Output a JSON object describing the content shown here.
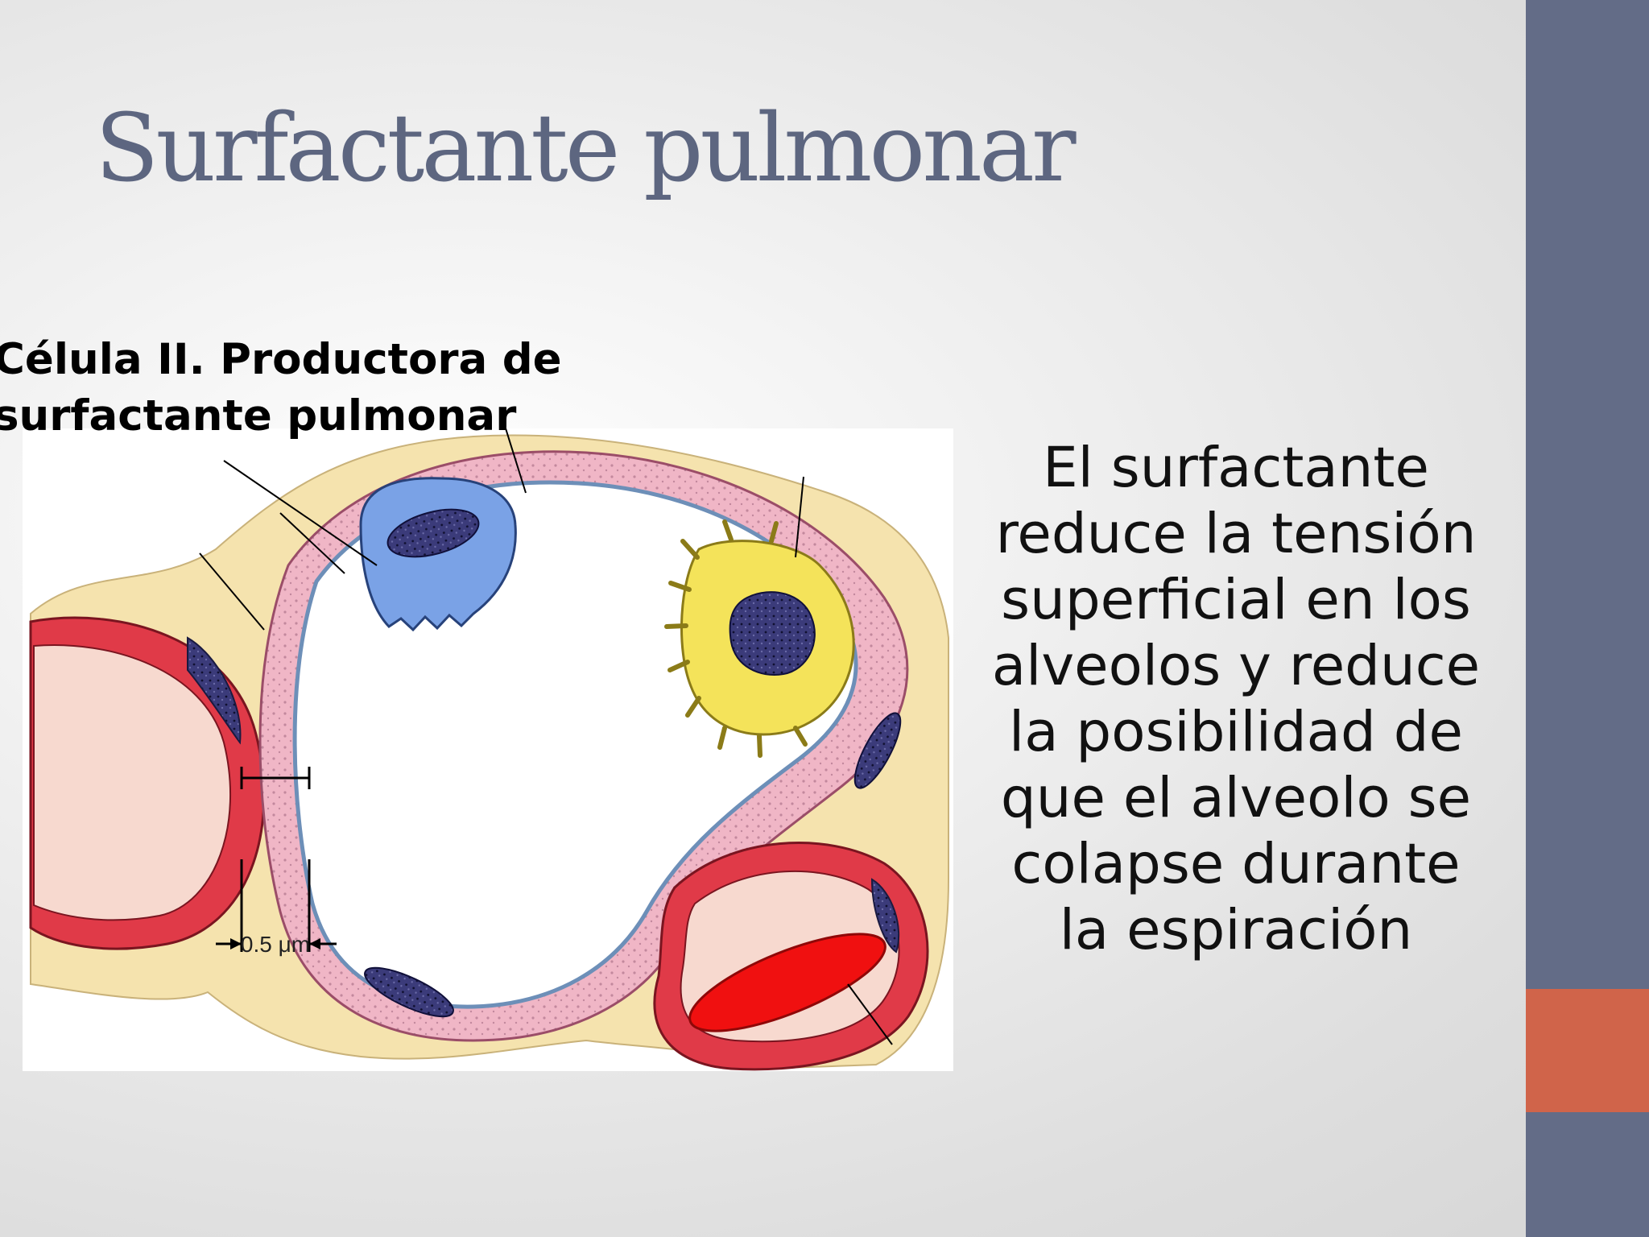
{
  "slide": {
    "title": "Surfactante pulmonar",
    "caption_lines": [
      "Célula II. Productora de",
      "surfactante pulmonar"
    ],
    "body_lines": [
      "El surfactante",
      "reduce la tensión",
      "superficial en los",
      "alveolos y reduce",
      "la posibilidad de",
      "que el alveolo se",
      "colapse durante",
      "la espiración"
    ],
    "figure": {
      "scale_label": "0.5 μm"
    }
  },
  "colors": {
    "sidebar": "#636c87",
    "accent": "#d0644a",
    "title": "#5d6680",
    "capillary_wall": "#e03a48",
    "membrane": "#f0b6c6",
    "interstitium": "#f5e3ae",
    "type_ii_cell": "#f4e35a",
    "macrophage": "#7aa2e6",
    "erythrocyte": "#f01010",
    "nucleus": "#3a3a78"
  }
}
